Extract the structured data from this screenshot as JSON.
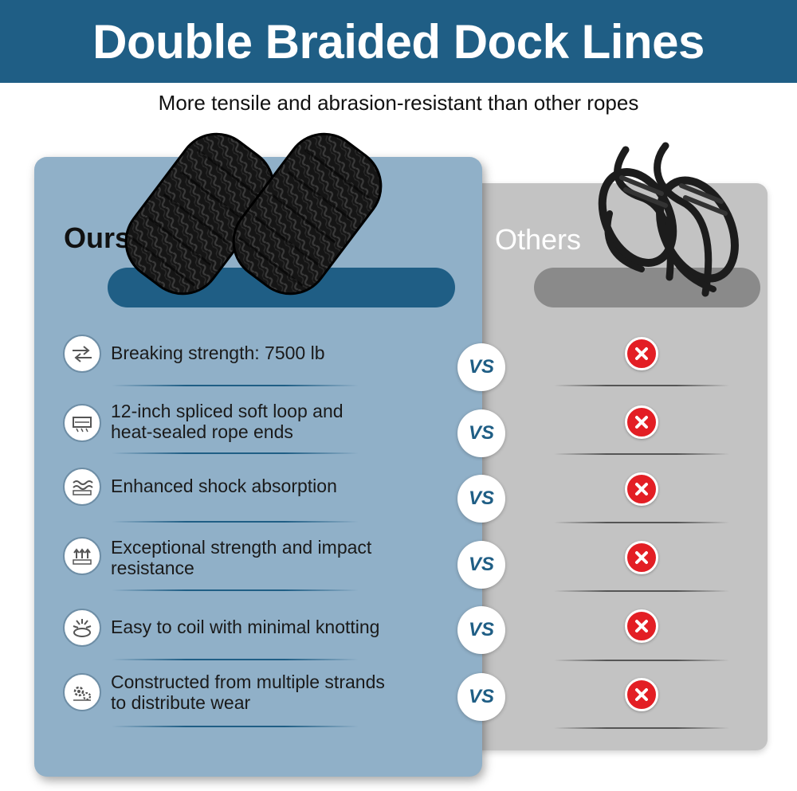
{
  "banner": {
    "title": "Double Braided Dock Lines"
  },
  "subtitle": "More tensile and abrasion-resistant than other ropes",
  "ours": {
    "label": "Ours"
  },
  "others": {
    "label": "Others"
  },
  "vs_label": "VS",
  "features": [
    {
      "icon": "strength-arrows-icon",
      "line1": "Breaking strength: 7500 lb",
      "line2": ""
    },
    {
      "icon": "rope-loop-icon",
      "line1": "12-inch spliced soft loop and",
      "line2": "heat-sealed rope ends"
    },
    {
      "icon": "wave-shock-icon",
      "line1": "Enhanced shock absorption",
      "line2": ""
    },
    {
      "icon": "impact-arrows-icon",
      "line1": "Exceptional strength and impact",
      "line2": "resistance"
    },
    {
      "icon": "coil-icon",
      "line1": "Easy to coil with minimal knotting",
      "line2": ""
    },
    {
      "icon": "gears-icon",
      "line1": "Constructed from multiple strands",
      "line2": "to distribute wear"
    }
  ],
  "colors": {
    "brand_blue": "#1f5e85",
    "ours_panel": "#90b0c8",
    "others_panel": "#c3c3c3",
    "cross_red": "#e31e24"
  }
}
